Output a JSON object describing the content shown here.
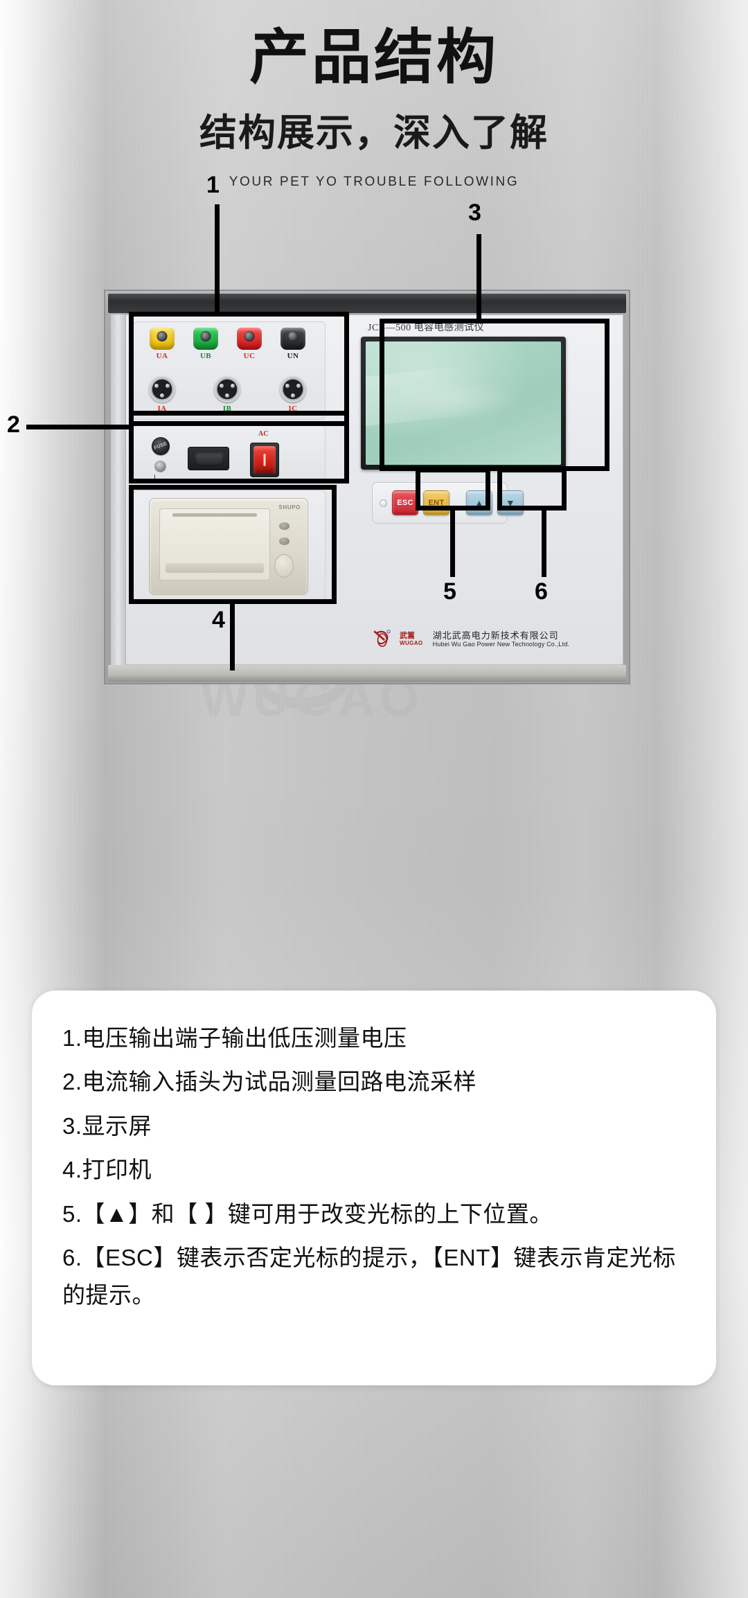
{
  "header": {
    "main_title": "产品结构",
    "sub_title": "结构展示，深入了解",
    "english_title": "YOUR PET YO TROUBLE FOLLOWING"
  },
  "device": {
    "model_label": "JCB—500 电容电感测试仪",
    "voltage_terminals": [
      {
        "label": "UA",
        "color": "#ffd400",
        "label_color": "#d12a1d"
      },
      {
        "label": "UB",
        "color": "#1fbf48",
        "label_color": "#148a32"
      },
      {
        "label": "UC",
        "color": "#e81d1d",
        "label_color": "#d12a1d"
      },
      {
        "label": "UN",
        "color": "#242628",
        "label_color": "#1c1c1c"
      }
    ],
    "current_connectors": [
      {
        "label": "IA",
        "label_color": "#d12a1d"
      },
      {
        "label": "IB",
        "label_color": "#148a32"
      },
      {
        "label": "IC",
        "label_color": "#d12a1d"
      }
    ],
    "power_panel": {
      "fuse_label": "FUSE",
      "ac_label": "AC",
      "ground_symbol": "⏚"
    },
    "printer": {
      "brand": "SHUPO"
    },
    "keys": [
      {
        "name": "esc-key",
        "label": "ESC",
        "color": "#c9252f"
      },
      {
        "name": "ent-key",
        "label": "ENT",
        "color": "#e0ab2e"
      },
      {
        "name": "up-key",
        "label": "▲",
        "color": "#8fb9cf"
      },
      {
        "name": "down-key",
        "label": "▼",
        "color": "#8fb9cf"
      }
    ],
    "brand": {
      "logo_cn": "武篙",
      "logo_en": "WUGAO",
      "company_cn": "湖北武高电力新技术有限公司",
      "company_en": "Hubei Wu Gao Power New Technology Co.,Ltd."
    }
  },
  "watermark": {
    "text": "WUGAO"
  },
  "callouts": [
    {
      "number": "1",
      "target": "voltage-output-terminals"
    },
    {
      "number": "2",
      "target": "current-input-plugs"
    },
    {
      "number": "3",
      "target": "display-screen"
    },
    {
      "number": "4",
      "target": "printer"
    },
    {
      "number": "5",
      "target": "esc-ent-keys"
    },
    {
      "number": "6",
      "target": "arrow-keys"
    }
  ],
  "caption": {
    "lines": [
      "1.电压输出端子输出低压测量电压",
      "2.电流输入插头为试品测量回路电流采样",
      "3.显示屏",
      "4.打印机",
      "5.【▲】和【 】键可用于改变光标的上下位置。",
      "6.【ESC】键表示否定光标的提示，【ENT】键表示肯定光标的提示。"
    ]
  }
}
